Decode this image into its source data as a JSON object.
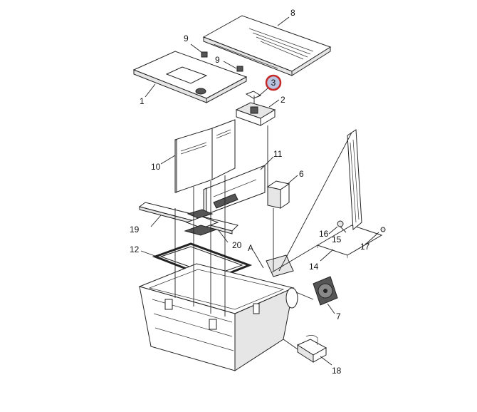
{
  "diagram": {
    "highlight_color": "#c62828",
    "highlight_fill": "#b8c4e0",
    "highlighted_label": "3",
    "callouts": {
      "c1": "1",
      "c2": "2",
      "c3": "3",
      "c6": "6",
      "c7": "7",
      "c8": "8",
      "c9a": "9",
      "c9b": "9",
      "c10": "10",
      "c11": "11",
      "c12": "12",
      "c14": "14",
      "c15": "15",
      "c16": "16",
      "c17": "17",
      "c18": "18",
      "c19": "19",
      "c20": "20",
      "cA": "A"
    }
  }
}
